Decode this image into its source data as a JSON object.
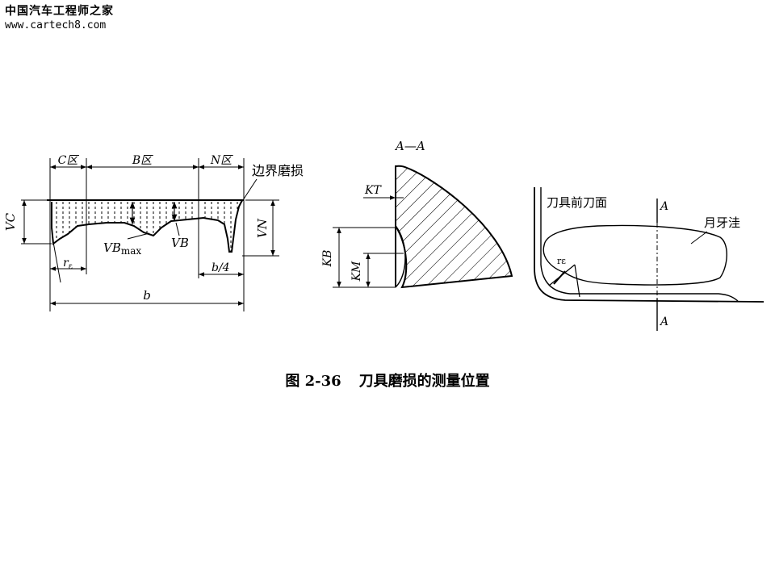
{
  "watermark": {
    "title": "中国汽车工程师之家",
    "url": "www.cartech8.com"
  },
  "figure1": {
    "zone_c": "C区",
    "zone_b": "B区",
    "zone_n": "N区",
    "notch_wear": "边界磨损",
    "vc": "VC",
    "vn": "VN",
    "vb_max_main": "VB",
    "vb_max_sub": "max",
    "vb": "VB",
    "r_main": "r",
    "r_sub": "ε",
    "b_quarter": "b/4",
    "b": "b"
  },
  "figure2": {
    "section": "A—A",
    "kt": "KT",
    "kb": "KB",
    "km": "KM"
  },
  "figure3": {
    "rake_face": "刀具前刀面",
    "crater": "月牙洼",
    "section_a_top": "A",
    "section_a_bottom": "A",
    "r_eps": "rε"
  },
  "caption": {
    "number": "图 2-36",
    "title": "刀具磨损的测量位置"
  }
}
